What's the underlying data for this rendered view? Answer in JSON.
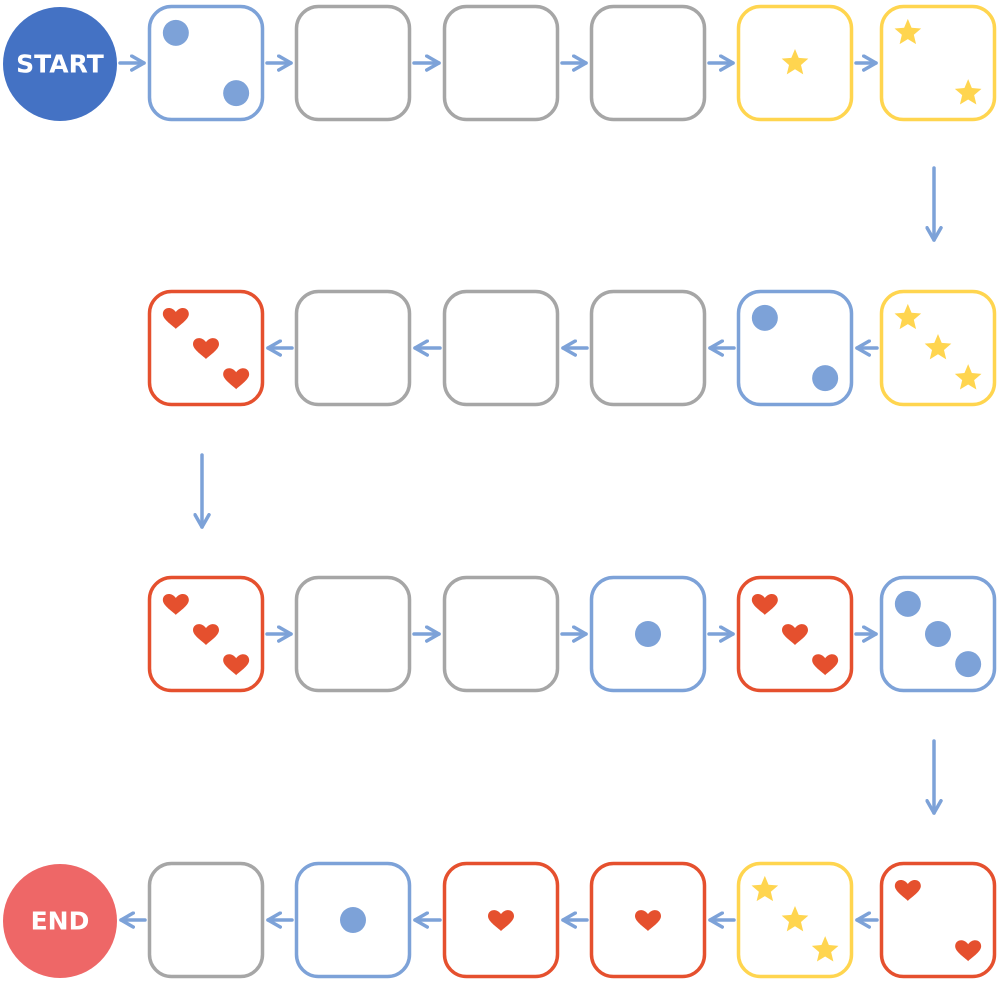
{
  "colors": {
    "blue": "#7DA2D8",
    "gray": "#A6A6A6",
    "yellow": "#FFD54F",
    "red": "#E5502E",
    "start_fill": "#4472C4",
    "end_fill": "#EE6767",
    "arrow": "#7DA2D8",
    "label_text": "#FFFFFF"
  },
  "start": {
    "label": "START"
  },
  "end": {
    "label": "END"
  },
  "rows": [
    {
      "direction": "right",
      "tiles": [
        {
          "color": "blue",
          "symbol": "dot",
          "count": 2
        },
        {
          "color": "gray",
          "symbol": "none",
          "count": 0
        },
        {
          "color": "gray",
          "symbol": "none",
          "count": 0
        },
        {
          "color": "gray",
          "symbol": "none",
          "count": 0
        },
        {
          "color": "yellow",
          "symbol": "star",
          "count": 1
        },
        {
          "color": "yellow",
          "symbol": "star",
          "count": 2
        }
      ]
    },
    {
      "direction": "left",
      "tiles": [
        {
          "color": "red",
          "symbol": "heart",
          "count": 3
        },
        {
          "color": "gray",
          "symbol": "none",
          "count": 0
        },
        {
          "color": "gray",
          "symbol": "none",
          "count": 0
        },
        {
          "color": "gray",
          "symbol": "none",
          "count": 0
        },
        {
          "color": "blue",
          "symbol": "dot",
          "count": 2
        },
        {
          "color": "yellow",
          "symbol": "star",
          "count": 3
        }
      ]
    },
    {
      "direction": "right",
      "tiles": [
        {
          "color": "red",
          "symbol": "heart",
          "count": 3
        },
        {
          "color": "gray",
          "symbol": "none",
          "count": 0
        },
        {
          "color": "gray",
          "symbol": "none",
          "count": 0
        },
        {
          "color": "blue",
          "symbol": "dot",
          "count": 1
        },
        {
          "color": "red",
          "symbol": "heart",
          "count": 3
        },
        {
          "color": "blue",
          "symbol": "dot",
          "count": 3
        }
      ]
    },
    {
      "direction": "left",
      "tiles": [
        {
          "color": "gray",
          "symbol": "none",
          "count": 0
        },
        {
          "color": "blue",
          "symbol": "dot",
          "count": 1
        },
        {
          "color": "red",
          "symbol": "heart",
          "count": 1
        },
        {
          "color": "red",
          "symbol": "heart",
          "count": 1
        },
        {
          "color": "yellow",
          "symbol": "star",
          "count": 3
        },
        {
          "color": "red",
          "symbol": "heart",
          "count": 2
        }
      ]
    }
  ]
}
